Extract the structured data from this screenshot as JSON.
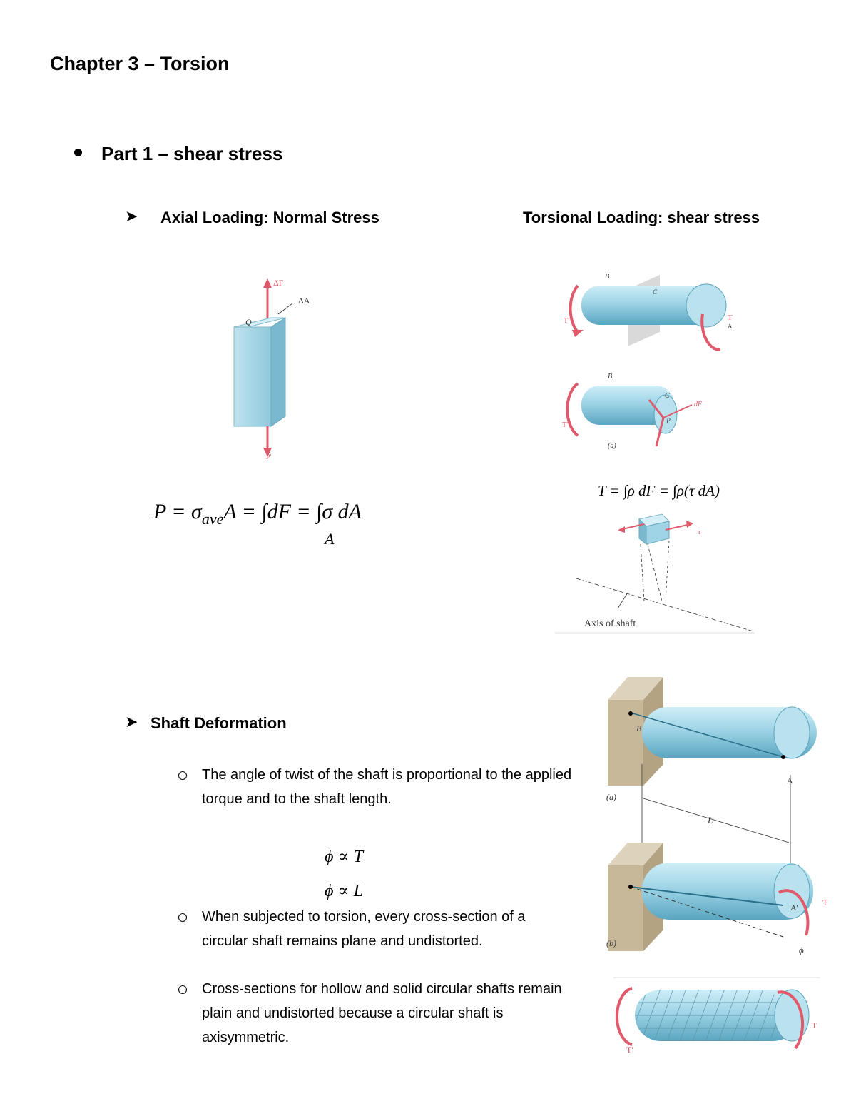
{
  "document": {
    "title": "Chapter 3 – Torsion",
    "part_heading": "Part 1 – shear stress",
    "axial_heading": "Axial Loading: Normal Stress",
    "torsional_heading": "Torsional Loading: shear stress",
    "axial_equation": {
      "main": "P = σ",
      "sub": "ave",
      "rest": "A = ∫dF = ∫σ dA",
      "lower": "A"
    },
    "torsion_equation": "T = ∫ρ dF = ∫ρ(τ dA)",
    "shaft_heading": "Shaft Deformation",
    "points": [
      "The angle of twist of the shaft is proportional to the applied torque and to the shaft length.",
      "When subjected to torsion, every cross-section of a circular shaft remains plane and undistorted.",
      "Cross-sections for hollow and solid circular shafts remain plain and undistorted because a circular shaft is axisymmetric."
    ],
    "proportional_1": "ϕ ∝ T",
    "proportional_2": "ϕ ∝ L"
  },
  "figures": {
    "axial_block": {
      "dF": "ΔF",
      "dA": "ΔA",
      "Q": "Q",
      "P": "P'"
    },
    "torsion_shaft": {
      "B": "B",
      "C": "C",
      "T": "T",
      "A": "A",
      "Tprime": "T'"
    },
    "cut_shaft": {
      "B": "B",
      "C": "C",
      "dF": "dF",
      "rho": "ρ",
      "Tprime": "T'",
      "a": "(a)"
    },
    "element": {
      "tau": "τ",
      "axis": "Axis of shaft"
    },
    "deformation": {
      "B": "B",
      "A": "A",
      "a": "(a)",
      "L": "L",
      "b": "(b)",
      "Aprime": "A'",
      "T": "T",
      "phi": "ϕ"
    },
    "grid_shaft": {
      "T": "T",
      "Tprime": "T'"
    }
  },
  "colors": {
    "shaft": "#9ed4e6",
    "arrow": "#e05a6b",
    "wall": "#c8b89a"
  }
}
